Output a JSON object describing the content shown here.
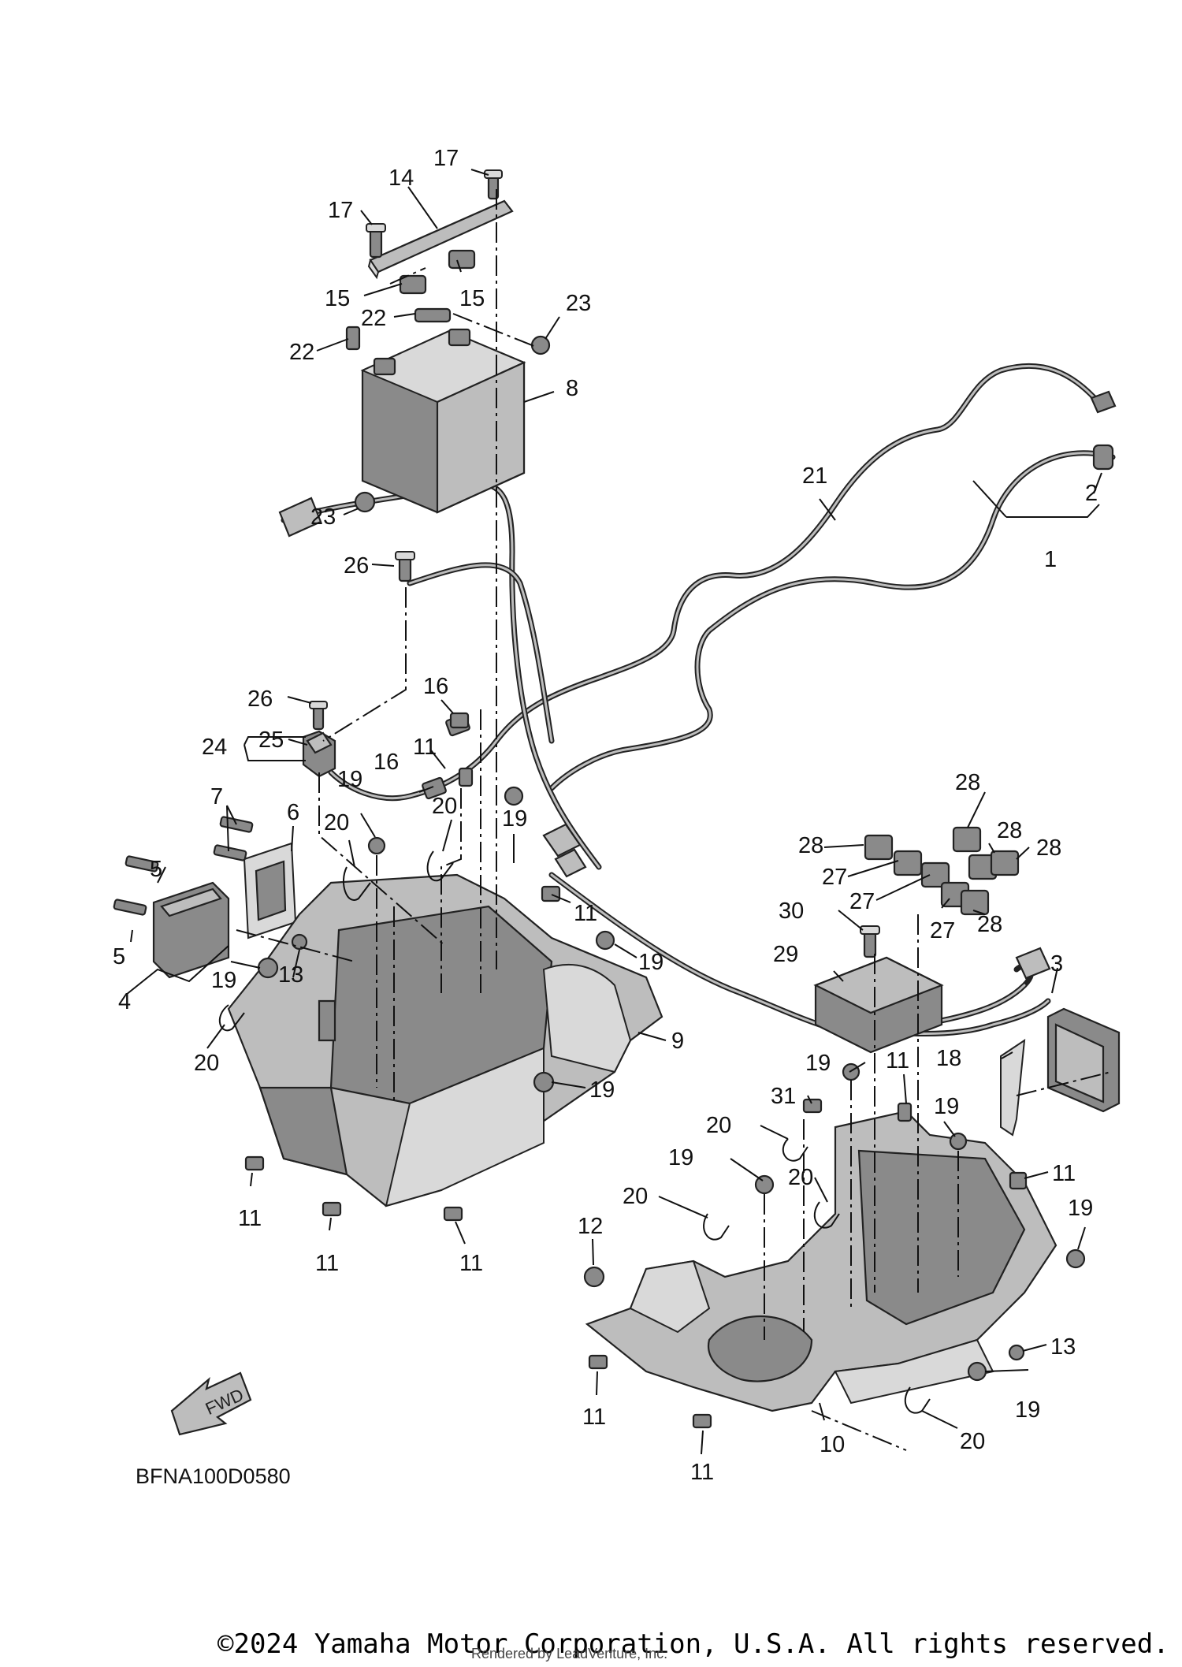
{
  "diagram": {
    "code": "BFNA100D0580",
    "fwd_label": "FWD",
    "callouts": [
      {
        "id": "c17a",
        "label": "17"
      },
      {
        "id": "c14",
        "label": "14"
      },
      {
        "id": "c17b",
        "label": "17"
      },
      {
        "id": "c15a",
        "label": "15"
      },
      {
        "id": "c15b",
        "label": "15"
      },
      {
        "id": "c22a",
        "label": "22"
      },
      {
        "id": "c23a",
        "label": "23"
      },
      {
        "id": "c22b",
        "label": "22"
      },
      {
        "id": "c8",
        "label": "8"
      },
      {
        "id": "c21",
        "label": "21"
      },
      {
        "id": "c2",
        "label": "2"
      },
      {
        "id": "c1",
        "label": "1"
      },
      {
        "id": "c23b",
        "label": "23"
      },
      {
        "id": "c26a",
        "label": "26"
      },
      {
        "id": "c26b",
        "label": "26"
      },
      {
        "id": "c16a",
        "label": "16"
      },
      {
        "id": "c24",
        "label": "24"
      },
      {
        "id": "c25",
        "label": "25"
      },
      {
        "id": "c11a",
        "label": "11"
      },
      {
        "id": "c16b",
        "label": "16"
      },
      {
        "id": "c7",
        "label": "7"
      },
      {
        "id": "c6",
        "label": "6"
      },
      {
        "id": "c19a",
        "label": "19"
      },
      {
        "id": "c20a",
        "label": "20"
      },
      {
        "id": "c20b",
        "label": "20"
      },
      {
        "id": "c19b",
        "label": "19"
      },
      {
        "id": "c5a",
        "label": "5"
      },
      {
        "id": "c11b",
        "label": "11"
      },
      {
        "id": "c28a",
        "label": "28"
      },
      {
        "id": "c28b",
        "label": "28"
      },
      {
        "id": "c28c",
        "label": "28"
      },
      {
        "id": "c28d",
        "label": "28"
      },
      {
        "id": "c27a",
        "label": "27"
      },
      {
        "id": "c27b",
        "label": "27"
      },
      {
        "id": "c27c",
        "label": "27"
      },
      {
        "id": "c28e",
        "label": "28"
      },
      {
        "id": "c5b",
        "label": "5"
      },
      {
        "id": "c30",
        "label": "30"
      },
      {
        "id": "c19c",
        "label": "19"
      },
      {
        "id": "c13a",
        "label": "13"
      },
      {
        "id": "c19d",
        "label": "19"
      },
      {
        "id": "c4",
        "label": "4"
      },
      {
        "id": "c29",
        "label": "29"
      },
      {
        "id": "c3",
        "label": "3"
      },
      {
        "id": "c9",
        "label": "9"
      },
      {
        "id": "c20c",
        "label": "20"
      },
      {
        "id": "c19e",
        "label": "19"
      },
      {
        "id": "c18",
        "label": "18"
      },
      {
        "id": "c11c",
        "label": "11"
      },
      {
        "id": "c19f",
        "label": "19"
      },
      {
        "id": "c31",
        "label": "31"
      },
      {
        "id": "c19g",
        "label": "19"
      },
      {
        "id": "c20d",
        "label": "20"
      },
      {
        "id": "c19h",
        "label": "19"
      },
      {
        "id": "c11d",
        "label": "11"
      },
      {
        "id": "c20e",
        "label": "20"
      },
      {
        "id": "c20f",
        "label": "20"
      },
      {
        "id": "c11e",
        "label": "11"
      },
      {
        "id": "c19i",
        "label": "19"
      },
      {
        "id": "c11f",
        "label": "11"
      },
      {
        "id": "c11g",
        "label": "11"
      },
      {
        "id": "c12",
        "label": "12"
      },
      {
        "id": "c13b",
        "label": "13"
      },
      {
        "id": "c19j",
        "label": "19"
      },
      {
        "id": "c11h",
        "label": "11"
      },
      {
        "id": "c10",
        "label": "10"
      },
      {
        "id": "c20g",
        "label": "20"
      },
      {
        "id": "c11i",
        "label": "11"
      }
    ]
  },
  "footer": {
    "copyright": "©2024 Yamaha Motor Corporation, U.S.A. All rights reserved.",
    "render_credit": "Rendered by LeadVenture, Inc."
  }
}
